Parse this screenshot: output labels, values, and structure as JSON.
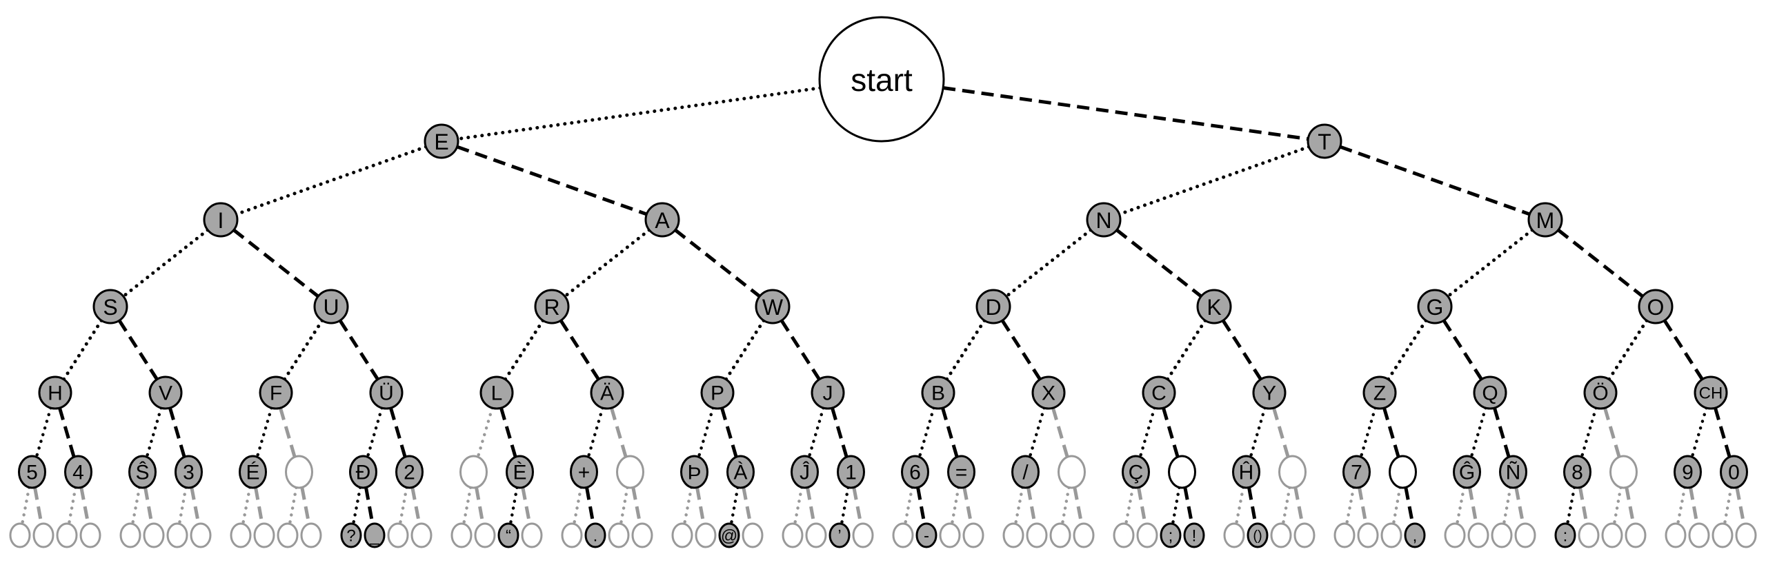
{
  "diagram": {
    "title": "Morse code tree",
    "root": {
      "label": "start"
    },
    "edge_meaning": {
      "left": "dot",
      "right": "dash"
    },
    "colors": {
      "filled_node": "#a6a6a6",
      "node_stroke": "#000000",
      "empty_stroke": "#999999",
      "edge_active": "#000000",
      "edge_inactive": "#999999",
      "background": "#ffffff"
    },
    "levels": [
      [
        "E",
        "T"
      ],
      [
        "I",
        "A",
        "N",
        "M"
      ],
      [
        "S",
        "U",
        "R",
        "W",
        "D",
        "K",
        "G",
        "O"
      ],
      [
        "H",
        "V",
        "F",
        "Ü",
        "L",
        "Ä",
        "P",
        "J",
        "B",
        "X",
        "C",
        "Y",
        "Z",
        "Q",
        "Ö",
        "CH"
      ],
      [
        "5",
        "4",
        "Ŝ",
        "3",
        "É",
        "",
        "Đ",
        "2",
        "",
        "È",
        "+",
        "",
        "Þ",
        "À",
        "Ĵ",
        "1",
        "6",
        "=",
        "/",
        "",
        "Ç",
        "",
        "Ĥ",
        "",
        "7",
        "",
        "Ĝ",
        "Ñ",
        "8",
        "",
        "9",
        "0"
      ],
      [
        "",
        "",
        "",
        "",
        "",
        "",
        "",
        "",
        "",
        "",
        "",
        "",
        "?",
        "_",
        "",
        "",
        "",
        "",
        "“",
        "",
        "",
        ".",
        "",
        "",
        "",
        "",
        "@",
        "",
        "",
        "",
        "’",
        "",
        "",
        "-",
        "",
        "",
        "",
        "",
        "",
        "",
        "",
        "",
        ";",
        "!",
        "",
        "()",
        "",
        "",
        "",
        "",
        "",
        ",",
        "",
        "",
        "",
        "",
        ":",
        "",
        "",
        "",
        "",
        "",
        "",
        ""
      ]
    ],
    "level5_connector_nodes": [
      21,
      25
    ],
    "level6_filled_blank": [
      13
    ]
  }
}
